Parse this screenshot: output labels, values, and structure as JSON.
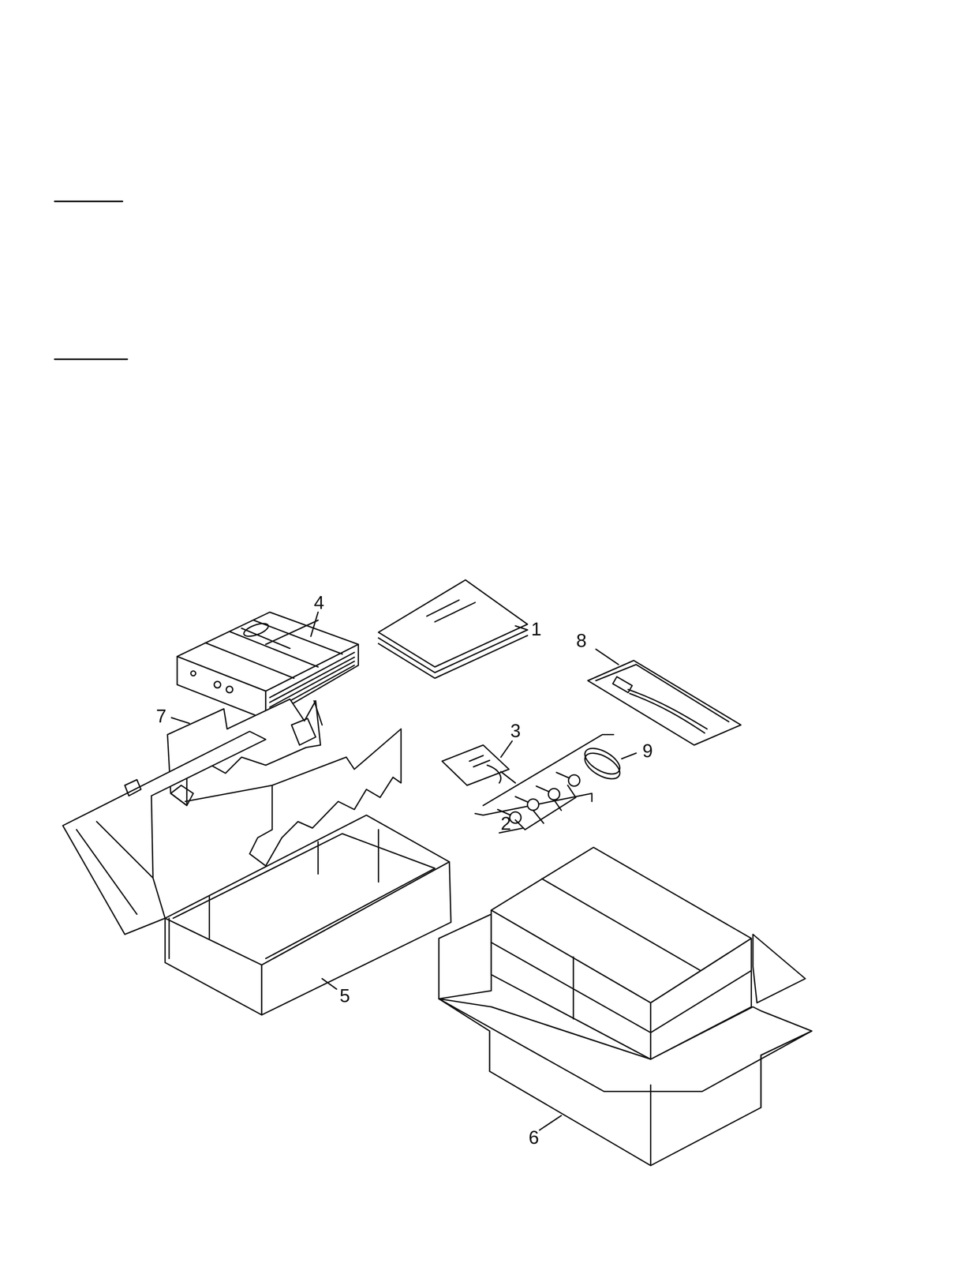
{
  "diagram": {
    "labels": [
      "4",
      "1",
      "8",
      "7",
      "3",
      "9",
      "2",
      "5",
      "6"
    ]
  }
}
